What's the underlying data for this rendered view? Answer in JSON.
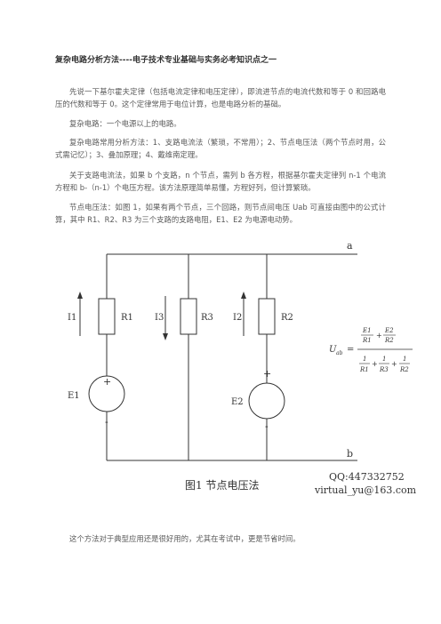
{
  "title": "复杂电路分析方法----电子技术专业基础与实务必考知识点之一",
  "paragraphs": [
    "先说一下基尔霍夫定律（包括电流定律和电压定律），即流进节点的电流代数和等于 0 和回路电压的代数和等于 0。这个定律常用于电位计算，也是电路分析的基础。",
    "复杂电路：一个电源以上的电路。",
    "复杂电路常用分析方法：1、支路电流法（繁琐，不常用）；2、节点电压法（两个节点时用，公式需记忆）；3、叠加原理；4、戴维南定理。",
    "关于支路电流法，如果 b 个支路，n 个节点，需列 b 各方程，根据基尔霍夫定律列 n-1 个电流方程和 b-（n-1）个电压方程。该方法原理简单易懂，方程好列，但计算繁琐。",
    "节点电压法：如图 1，如果有两个节点，三个回路，则节点间电压 Uab 可直接由图中的公式计算，其中 R1、R2、R3 为三个支路的支路电阻，E1、E2 为电源电动势。"
  ],
  "figure": {
    "node_a": "a",
    "node_b": "b",
    "labels": {
      "i1": "I1",
      "r1": "R1",
      "i3": "I3",
      "r3": "R3",
      "i2": "I2",
      "r2": "R2",
      "e1": "E1",
      "e2": "E2",
      "plus": "+",
      "minus": "-"
    },
    "formula": {
      "lhs": "U",
      "lhs_sub": "ab",
      "eq": "=",
      "num_t1_top": "E1",
      "num_t1_bot": "R1",
      "num_t2_top": "E2",
      "num_t2_bot": "R2",
      "plus": "+",
      "den_t1_top": "1",
      "den_t1_bot": "R1",
      "den_t2_top": "1",
      "den_t2_bot": "R3",
      "den_t3_top": "1",
      "den_t3_bot": "R2"
    },
    "caption": "图1 节点电压法",
    "qq": "QQ:447332752",
    "email": "virtual_yu@163.com"
  },
  "closing": "这个方法对于典型应用还是很好用的，尤其在考试中，更是节省时间。"
}
